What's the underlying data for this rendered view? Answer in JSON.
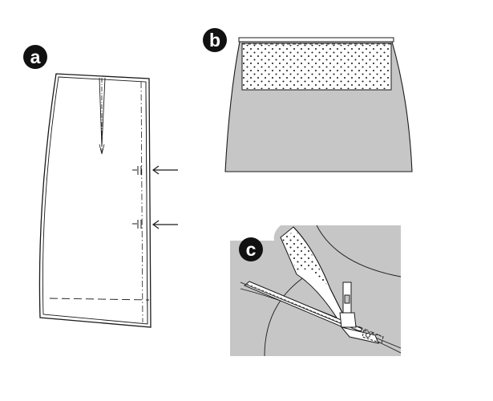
{
  "panels": [
    {
      "id": "a",
      "label": "a"
    },
    {
      "id": "b",
      "label": "b"
    },
    {
      "id": "c",
      "label": "c"
    }
  ],
  "colors": {
    "fabric": "#c6c6c6",
    "interfacing": "#ffffff",
    "outline": "#1a1a1a",
    "badge": "#111111",
    "background": "#ffffff"
  },
  "icons": {
    "arrow": "arrow-left-icon",
    "presser_foot": "presser-foot-icon"
  }
}
